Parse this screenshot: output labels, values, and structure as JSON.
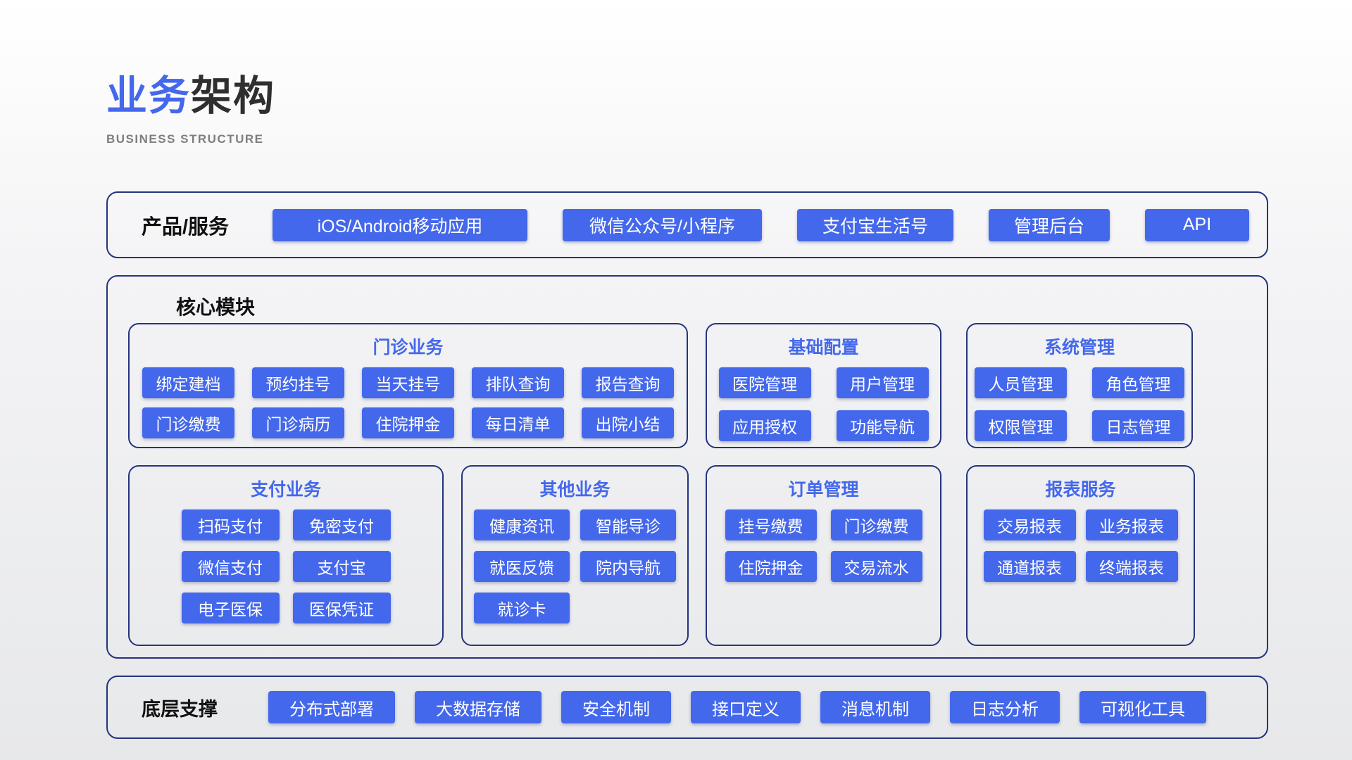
{
  "colors": {
    "accent": "#4468EB",
    "border": "#24337f",
    "title-dark": "#2f2f2f",
    "subtitle": "#7e7e7e"
  },
  "header": {
    "title_accent": "业务",
    "title_rest": "架构",
    "subtitle": "BUSINESS STRUCTURE"
  },
  "products": {
    "label": "产品/服务",
    "items": [
      "iOS/Android移动应用",
      "微信公众号/小程序",
      "支付宝生活号",
      "管理后台",
      "API"
    ]
  },
  "core": {
    "label": "核心模块",
    "groups": {
      "outpatient": {
        "title": "门诊业务",
        "items": [
          "绑定建档",
          "预约挂号",
          "当天挂号",
          "排队查询",
          "报告查询",
          "门诊缴费",
          "门诊病历",
          "住院押金",
          "每日清单",
          "出院小结"
        ]
      },
      "basic_config": {
        "title": "基础配置",
        "items": [
          "医院管理",
          "用户管理",
          "应用授权",
          "功能导航"
        ]
      },
      "system_management": {
        "title": "系统管理",
        "items": [
          "人员管理",
          "角色管理",
          "权限管理",
          "日志管理"
        ]
      },
      "payment": {
        "title": "支付业务",
        "items": [
          "扫码支付",
          "免密支付",
          "微信支付",
          "支付宝",
          "电子医保",
          "医保凭证"
        ]
      },
      "other": {
        "title": "其他业务",
        "items": [
          "健康资讯",
          "智能导诊",
          "就医反馈",
          "院内导航",
          "就诊卡"
        ]
      },
      "order": {
        "title": "订单管理",
        "items": [
          "挂号缴费",
          "门诊缴费",
          "住院押金",
          "交易流水"
        ]
      },
      "report": {
        "title": "报表服务",
        "items": [
          "交易报表",
          "业务报表",
          "通道报表",
          "终端报表"
        ]
      }
    }
  },
  "foundation": {
    "label": "底层支撑",
    "items": [
      "分布式部署",
      "大数据存储",
      "安全机制",
      "接口定义",
      "消息机制",
      "日志分析",
      "可视化工具"
    ]
  }
}
